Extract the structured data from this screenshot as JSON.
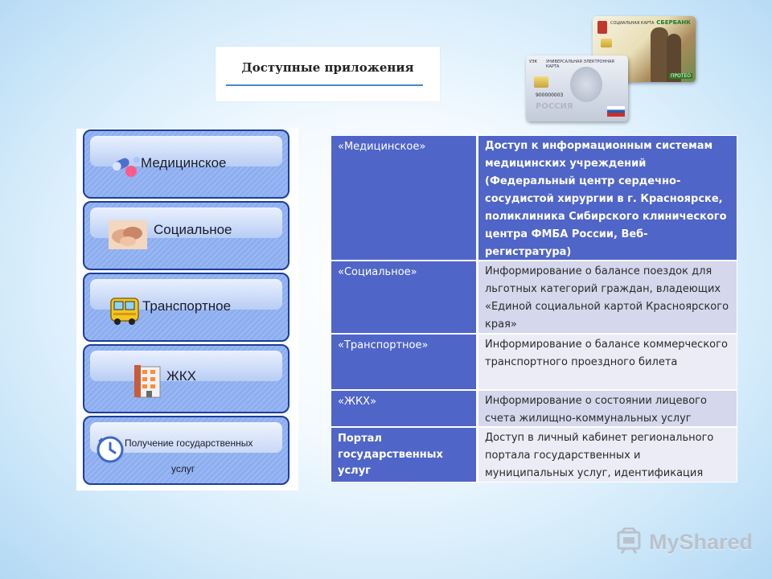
{
  "title": "Доступные приложения",
  "cards": {
    "social": {
      "bank": "СБЕРБАНК",
      "label": "СОЦИАЛЬНАЯ КАРТА",
      "partner": "ПРОТЕО"
    },
    "uec": {
      "label": "УНИВЕРСАЛЬНАЯ ЭЛЕКТРОННАЯ КАРТА",
      "code": "УЭК",
      "number": "900000003",
      "country": "РОССИЯ"
    }
  },
  "apps": [
    {
      "label": "Медицинское",
      "icon": "pills-icon"
    },
    {
      "label": "Социальное",
      "icon": "hands-icon"
    },
    {
      "label": "Транспортное",
      "icon": "bus-icon"
    },
    {
      "label": "ЖКХ",
      "icon": "building-icon"
    },
    {
      "label_line1": "Получение государственных",
      "label_line2": "услуг",
      "icon": "clock-icon"
    }
  ],
  "table": [
    {
      "name": "«Медицинское»",
      "desc": "Доступ к информационным системам медицинских учреждений (Федеральный центр сердечно-сосудистой хирургии в г. Красноярске, поликлиника Сибирского клинического центра ФМБА России, Веб-регистратура)"
    },
    {
      "name": "«Социальное»",
      "desc": "Информирование о балансе поездок для льготных категорий граждан, владеющих «Единой социальной картой Красноярского края»"
    },
    {
      "name": "«Транспортное»",
      "desc": "Информирование о балансе коммерческого транспортного проездного билета"
    },
    {
      "name": "«ЖКХ»",
      "desc": "Информирование о состоянии лицевого счета жилищно-коммунальных услуг"
    },
    {
      "name": "Портал государственных услуг",
      "desc": "Доступ в личный кабинет регионального портала государственных и муниципальных услуг, идентификация"
    }
  ],
  "watermark": "MyShared",
  "colors": {
    "table_header": "#5065c8",
    "button_blue": "#8cadf0",
    "button_border": "#1c3f96"
  }
}
